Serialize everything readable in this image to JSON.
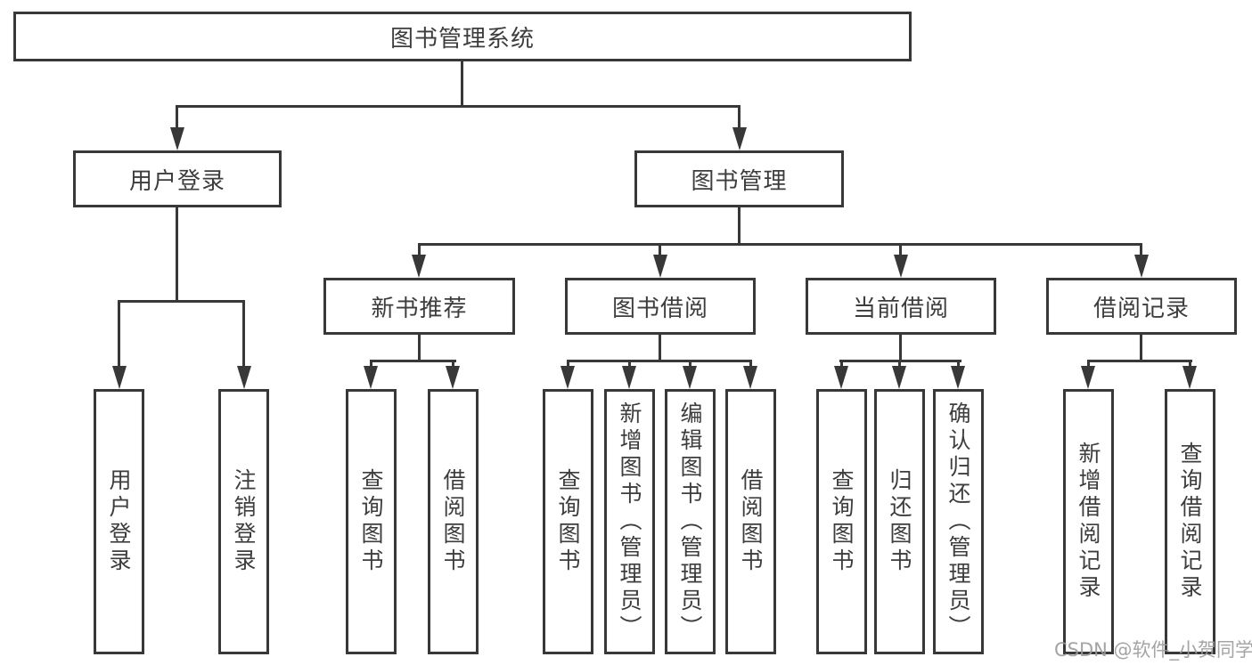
{
  "root": {
    "label": "图书管理系统"
  },
  "level2": {
    "user_login": {
      "label": "用户登录"
    },
    "book_management": {
      "label": "图书管理"
    }
  },
  "level3": {
    "new_book_recommend": {
      "label": "新书推荐"
    },
    "book_borrow": {
      "label": "图书借阅"
    },
    "current_borrow": {
      "label": "当前借阅"
    },
    "borrow_record": {
      "label": "借阅记录"
    }
  },
  "leaves": {
    "user_login": {
      "label": "用户登录"
    },
    "logout": {
      "label": "注销登录"
    },
    "recommend_query_book": {
      "label": "查询图书"
    },
    "recommend_borrow_book": {
      "label": "借阅图书"
    },
    "borrow_query_book": {
      "label": "查询图书"
    },
    "borrow_add_book": {
      "label": "新增图书（管理员）"
    },
    "borrow_edit_book": {
      "label": "编辑图书（管理员）"
    },
    "borrow_borrow_book": {
      "label": "借阅图书"
    },
    "current_query_book": {
      "label": "查询图书"
    },
    "current_return_book": {
      "label": "归还图书"
    },
    "current_confirm_return": {
      "label": "确认归还（管理员）"
    },
    "record_add_record": {
      "label": "新增借阅记录"
    },
    "record_query_record": {
      "label": "查询借阅记录"
    }
  },
  "watermark": {
    "text": "CSDN @软件_小贺同学"
  },
  "colors": {
    "line": "#383838",
    "text": "#3d3d3d",
    "watermark": "#9b9b9b",
    "background": "#ffffff"
  }
}
